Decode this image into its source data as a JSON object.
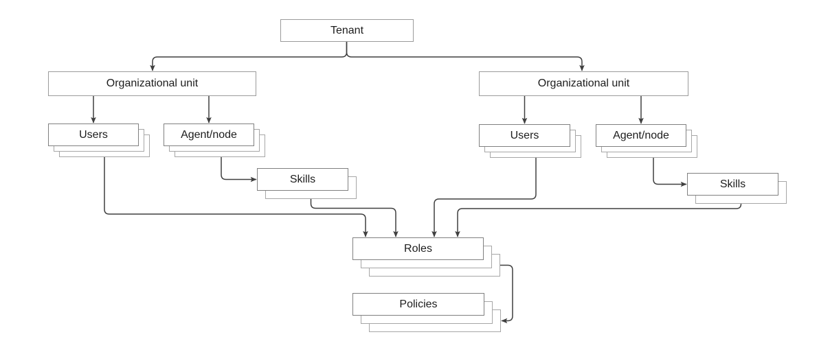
{
  "nodes": {
    "tenant": {
      "label": "Tenant",
      "stacked": false
    },
    "org_unit_left": {
      "label": "Organizational unit",
      "stacked": false
    },
    "org_unit_right": {
      "label": "Organizational unit",
      "stacked": false
    },
    "users_left": {
      "label": "Users",
      "stacked": true
    },
    "agent_node_left": {
      "label": "Agent/node",
      "stacked": true
    },
    "skills_left": {
      "label": "Skills",
      "stacked": true
    },
    "users_right": {
      "label": "Users",
      "stacked": true
    },
    "agent_node_right": {
      "label": "Agent/node",
      "stacked": true
    },
    "skills_right": {
      "label": "Skills",
      "stacked": true
    },
    "roles": {
      "label": "Roles",
      "stacked": true
    },
    "policies": {
      "label": "Policies",
      "stacked": true
    }
  },
  "edges": [
    {
      "from": "tenant",
      "to": "org_unit_left"
    },
    {
      "from": "tenant",
      "to": "org_unit_right"
    },
    {
      "from": "org_unit_left",
      "to": "users_left"
    },
    {
      "from": "org_unit_left",
      "to": "agent_node_left"
    },
    {
      "from": "org_unit_right",
      "to": "users_right"
    },
    {
      "from": "org_unit_right",
      "to": "agent_node_right"
    },
    {
      "from": "agent_node_left",
      "to": "skills_left"
    },
    {
      "from": "agent_node_right",
      "to": "skills_right"
    },
    {
      "from": "users_left",
      "to": "roles"
    },
    {
      "from": "skills_left",
      "to": "roles"
    },
    {
      "from": "users_right",
      "to": "roles"
    },
    {
      "from": "skills_right",
      "to": "roles"
    },
    {
      "from": "roles",
      "to": "policies"
    }
  ],
  "colors": {
    "background": "#ffffff",
    "line": "#3f3f3f",
    "box_border": "#7f7f7f",
    "stack_border": "#a6a6a6",
    "single_border": "#9a9a9a",
    "text": "#1c1c1c"
  }
}
